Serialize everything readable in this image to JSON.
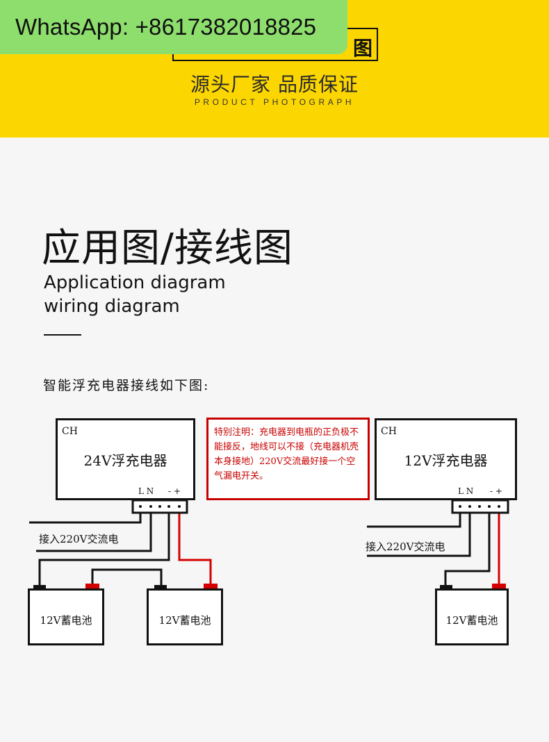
{
  "banner": {
    "whatsapp": "WhatsApp: +8617382018825",
    "title_visible": "图",
    "slogan": "源头厂家  品质保证",
    "subtitle": "PRODUCT PHOTOGRAPH"
  },
  "heading": {
    "title": "应用图/接线图",
    "subtitle_line1": "Application diagram",
    "subtitle_line2": "wiring diagram"
  },
  "diagram": {
    "intro": "智能浮充电器接线如下图:",
    "charger_left": {
      "ch": "CH",
      "name": "24V浮充电器",
      "ln": "L N",
      "pm": "- +"
    },
    "charger_right": {
      "ch": "CH",
      "name": "12V浮充电器",
      "ln": "L N",
      "pm": "- +"
    },
    "note": "特别注明：充电器到电瓶的正负极不能接反，地线可以不接（充电器机壳本身接地）220V交流最好接一个空气漏电开关。",
    "ac_input_left": "接入220V交流电",
    "ac_input_right": "接入220V交流电",
    "batteries": [
      "12V蓄电池",
      "12V蓄电池",
      "12V蓄电池"
    ],
    "colors": {
      "positive_wire": "#d40000",
      "wire": "#111111",
      "note_border": "#c80000"
    }
  }
}
